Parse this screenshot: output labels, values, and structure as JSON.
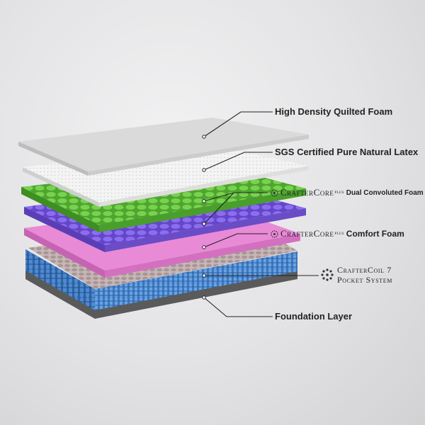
{
  "layers": [
    {
      "id": "quilted",
      "label": "High Density Quilted Foam",
      "color": "#dcdcdc"
    },
    {
      "id": "latex",
      "label": "SGS Certified Pure Natural Latex",
      "color": "#f2f2f2"
    },
    {
      "id": "dual",
      "brand": "CrafterCore",
      "brand_sup": "PLUS",
      "suffix": "Dual Convoluted Foam",
      "color": "#5fbb3c"
    },
    {
      "id": "purple",
      "color": "#7a5ae0"
    },
    {
      "id": "comfort",
      "brand": "CrafterCore",
      "brand_sup": "PLUS",
      "suffix": "Comfort Foam",
      "color": "#e47fd0"
    },
    {
      "id": "coil",
      "line1": "CrafterCoil 7",
      "line2": "Pocket System",
      "color": "#4a86cc"
    },
    {
      "id": "foundation",
      "label": "Foundation Layer",
      "color": "#555555"
    }
  ]
}
